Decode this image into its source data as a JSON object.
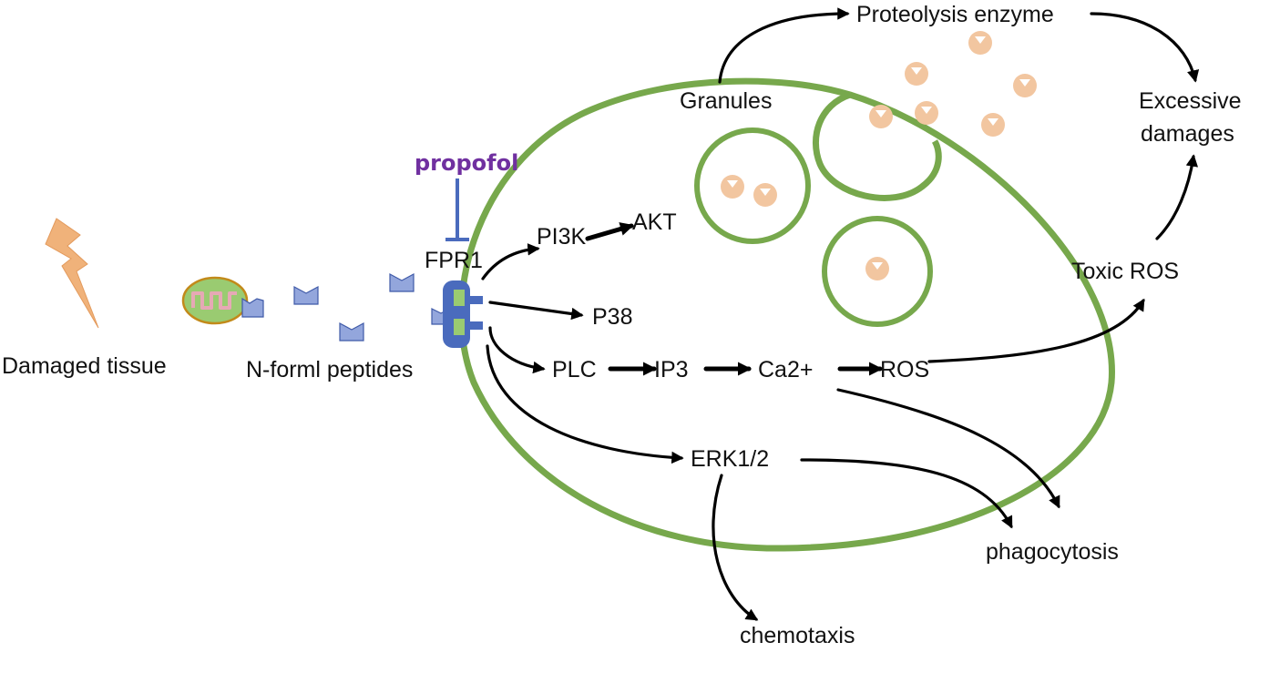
{
  "labels": {
    "damaged_tissue": "Damaged tissue",
    "n_formyl_peptides": "N-forml peptides",
    "propofol": "propofol",
    "fpr1": "FPR1",
    "pi3k": "PI3K",
    "akt": "AKT",
    "p38": "P38",
    "plc": "PLC",
    "ip3": "IP3",
    "ca2": "Ca2+",
    "ros": "ROS",
    "erk": "ERK1/2",
    "granules": "Granules",
    "proteolysis_enzyme": "Proteolysis enzyme",
    "excessive_damages_line1": "Excessive",
    "excessive_damages_line2": "damages",
    "toxic_ros": "Toxic ROS",
    "phagocytosis": "phagocytosis",
    "chemotaxis": "chemotaxis"
  },
  "colors": {
    "cell_membrane": "#77a84c",
    "receptor": "#4a6bbd",
    "peptide": "#93a6dc",
    "peptide_stroke": "#3f5aa8",
    "propofol_text": "#7030a0",
    "inhibitor_line": "#4a6bbd",
    "lightning": "#f0b27a",
    "enzyme": "#f2c6a0",
    "mitochondrion_fill": "#9acb71",
    "mitochondrion_stroke": "#c28a1a",
    "mito_cristae": "#e6a9b5",
    "arrow": "#000000"
  },
  "icons": {
    "damage": "lightning-bolt-icon",
    "mitochondrion": "mitochondrion-icon",
    "peptide": "peptide-chevron-icon",
    "receptor": "fpr1-receptor-icon",
    "enzyme": "enzyme-granule-icon"
  }
}
